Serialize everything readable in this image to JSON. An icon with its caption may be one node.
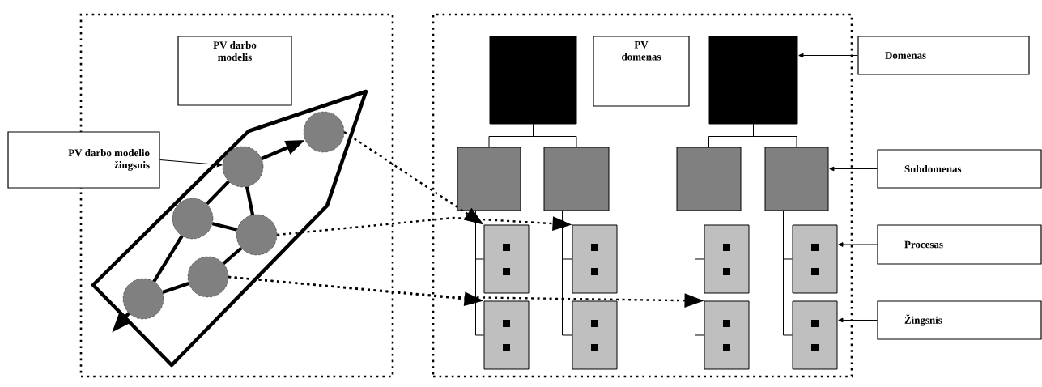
{
  "diagram": {
    "nodes": [
      {
        "text": [],
        "shape": "box"
      },
      {
        "text": [
          "PV darbo modelis"
        ],
        "in": 0
      },
      {
        "text": [
          "PV darbo modelio žingsnis"
        ]
      },
      {
        "text": [],
        "shape": "circle",
        "in": 0
      },
      {
        "text": [],
        "shape": "circle",
        "in": 0
      },
      {
        "text": [],
        "shape": "circle",
        "in": 0
      },
      {
        "text": [],
        "shape": "circle",
        "in": 0
      },
      {
        "text": [],
        "shape": "circle",
        "in": 0
      },
      {
        "text": [],
        "shape": "circle",
        "in": 0
      },
      {
        "text": [],
        "shape": "box"
      },
      {
        "text": [
          "PV domenas"
        ],
        "in": 9
      },
      {
        "text": [],
        "shape": "box",
        "in": 9
      },
      {
        "text": [],
        "shape": "box",
        "in": 9
      },
      {
        "text": [],
        "shape": "box",
        "in": 9
      },
      {
        "text": [],
        "shape": "box",
        "in": 9
      },
      {
        "text": [],
        "shape": "box",
        "in": 9
      },
      {
        "text": [],
        "shape": "box",
        "in": 9
      },
      {
        "text": [],
        "shape": "box",
        "in": 9
      },
      {
        "text": [],
        "shape": "box",
        "in": 9
      },
      {
        "text": [],
        "shape": "box",
        "in": 9
      },
      {
        "text": [],
        "shape": "box",
        "in": 9
      },
      {
        "text": [],
        "shape": "box",
        "in": 9
      },
      {
        "text": [],
        "shape": "box",
        "in": 9
      },
      {
        "text": [],
        "shape": "box",
        "in": 9
      },
      {
        "text": [],
        "shape": "box",
        "in": 9
      },
      {
        "text": [
          "Domenas"
        ]
      },
      {
        "text": [
          "Subdomenas"
        ]
      },
      {
        "text": [
          "Procesas"
        ]
      },
      {
        "text": [
          "Žingsnis"
        ]
      }
    ],
    "edges": [
      {
        "from": 3,
        "to": 4,
        "arrow": "none",
        "style": "thick"
      },
      {
        "from": 4,
        "to": 6,
        "arrow": "none",
        "style": "thick"
      },
      {
        "from": 4,
        "to": 7,
        "arrow": "none",
        "style": "thick"
      },
      {
        "from": 7,
        "to": 6,
        "arrow": "none",
        "style": "thick"
      },
      {
        "from": 3,
        "to": 5,
        "arrow": "none",
        "style": "thick"
      },
      {
        "from": 5,
        "to": 7,
        "arrow": "none",
        "style": "thick"
      },
      {
        "from": 6,
        "to": 8,
        "arrow": "to",
        "style": "thick"
      },
      {
        "from": 3,
        "to": null,
        "arrow": "to",
        "style": "thick"
      },
      {
        "from": 8,
        "to": 17,
        "arrow": "to",
        "style": "dashed"
      },
      {
        "from": 7,
        "to": 18,
        "arrow": "to",
        "style": "dashed"
      },
      {
        "from": 5,
        "to": 21,
        "arrow": "to",
        "style": "dashed"
      },
      {
        "from": 5,
        "to": 23,
        "arrow": "to",
        "style": "dashed"
      },
      {
        "from": 11,
        "to": 13,
        "arrow": "none"
      },
      {
        "from": 11,
        "to": 14,
        "arrow": "none"
      },
      {
        "from": 12,
        "to": 15,
        "arrow": "none"
      },
      {
        "from": 12,
        "to": 16,
        "arrow": "none"
      },
      {
        "from": 13,
        "to": 17,
        "arrow": "none"
      },
      {
        "from": 13,
        "to": 21,
        "arrow": "none"
      },
      {
        "from": 14,
        "to": 18,
        "arrow": "none"
      },
      {
        "from": 14,
        "to": 22,
        "arrow": "none"
      },
      {
        "from": 15,
        "to": 19,
        "arrow": "none"
      },
      {
        "from": 15,
        "to": 23,
        "arrow": "none"
      },
      {
        "from": 16,
        "to": 20,
        "arrow": "none"
      },
      {
        "from": 16,
        "to": 24,
        "arrow": "none"
      },
      {
        "from": 2,
        "to": 6,
        "arrow": "to"
      },
      {
        "from": 25,
        "to": 12,
        "arrow": "to"
      },
      {
        "from": 26,
        "to": 16,
        "arrow": "to"
      },
      {
        "from": 27,
        "to": 20,
        "arrow": "to"
      },
      {
        "from": 28,
        "to": 24,
        "arrow": "to"
      }
    ]
  }
}
